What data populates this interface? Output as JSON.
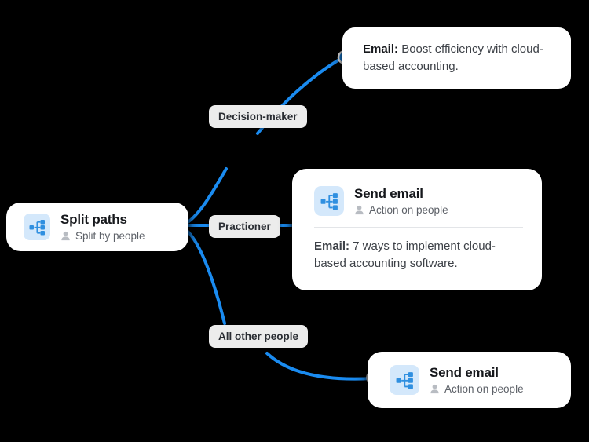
{
  "canvas": {
    "background": "#000000",
    "accent": "#1a8bf0",
    "tile_bg": "#d4e8fb",
    "pill_bg": "#ececec"
  },
  "split_node": {
    "icon": "split-paths-icon",
    "title": "Split paths",
    "subtitle_icon": "person-icon",
    "subtitle": "Split by people"
  },
  "branches": [
    {
      "label": "Decision-maker"
    },
    {
      "label": "Practioner"
    },
    {
      "label": "All other people"
    }
  ],
  "top_card": {
    "label": "Email:",
    "text": "Boost efficiency with cloud-based accounting."
  },
  "middle_node": {
    "icon": "split-paths-icon",
    "title": "Send email",
    "subtitle_icon": "person-icon",
    "subtitle": "Action on people",
    "email_label": "Email:",
    "email_text": "7 ways to implement cloud-based accounting software."
  },
  "bottom_node": {
    "icon": "split-paths-icon",
    "title": "Send email",
    "subtitle_icon": "person-icon",
    "subtitle": "Action on people"
  }
}
